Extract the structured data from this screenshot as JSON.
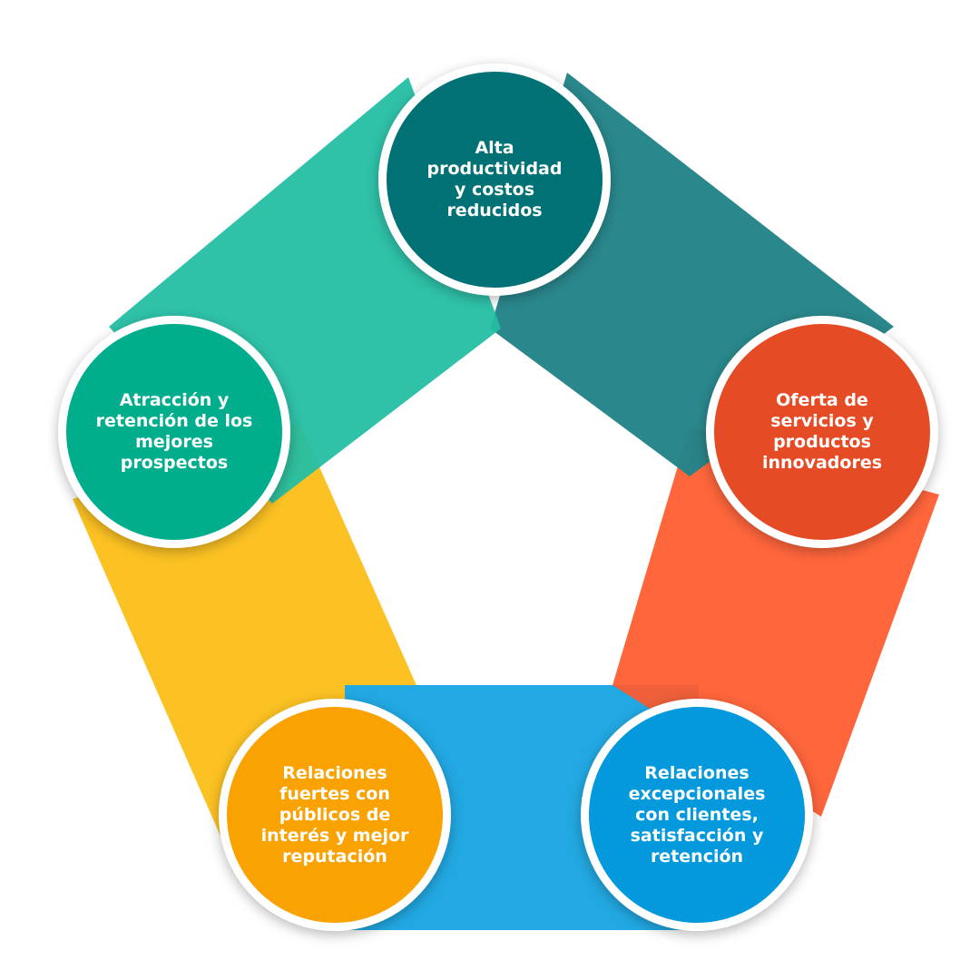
{
  "nodes": [
    {
      "id": "top",
      "text": "Alta\nproductividad\ny costos\nreducidos",
      "color": "#007174"
    },
    {
      "id": "right",
      "text": "Oferta de\nservicios y\nproductos\ninnovadores",
      "color": "#e54b24"
    },
    {
      "id": "bottom-right",
      "text": "Relaciones\nexcepcionales\ncon clientes,\nsatisfacción y\nretención",
      "color": "#0399dc"
    },
    {
      "id": "bottom-left",
      "text": "Relaciones\nfuertes con\npúblicos de\ninterés y mejor\nreputación",
      "color": "#f9a202"
    },
    {
      "id": "left",
      "text": "Atracción y\nretención de los\nmejores\nprospectos",
      "color": "#00ae8e"
    }
  ],
  "bands": [
    {
      "id": "band-left-top",
      "color": "#22bea4"
    },
    {
      "id": "band-top-right",
      "color": "#238488"
    },
    {
      "id": "band-right-bottom",
      "color": "#ff5a2d"
    },
    {
      "id": "band-bottom",
      "color": "#22a9e3"
    },
    {
      "id": "band-bottom-left",
      "color": "#fcc223"
    }
  ]
}
